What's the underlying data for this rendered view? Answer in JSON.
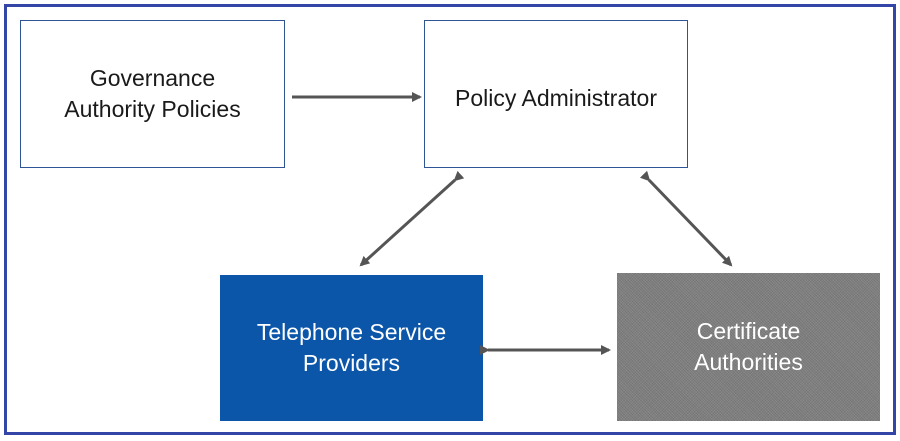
{
  "nodes": {
    "governance": {
      "label": "Governance\nAuthority Policies"
    },
    "policy_administrator": {
      "label": "Policy Administrator"
    },
    "telephone_service_providers": {
      "label": "Telephone Service\nProviders"
    },
    "certificate_authorities": {
      "label": "Certificate\nAuthorities"
    }
  },
  "edges": [
    {
      "from": "governance",
      "to": "policy_administrator",
      "direction": "one-way"
    },
    {
      "from": "policy_administrator",
      "to": "telephone_service_providers",
      "direction": "two-way"
    },
    {
      "from": "policy_administrator",
      "to": "certificate_authorities",
      "direction": "two-way"
    },
    {
      "from": "telephone_service_providers",
      "to": "certificate_authorities",
      "direction": "two-way"
    }
  ],
  "colors": {
    "frame_border": "#3346a8",
    "box_outline": "#2f5597",
    "tsp_fill": "#0b56a8",
    "ca_fill": "#7f7f7f",
    "arrow": "#555555"
  }
}
